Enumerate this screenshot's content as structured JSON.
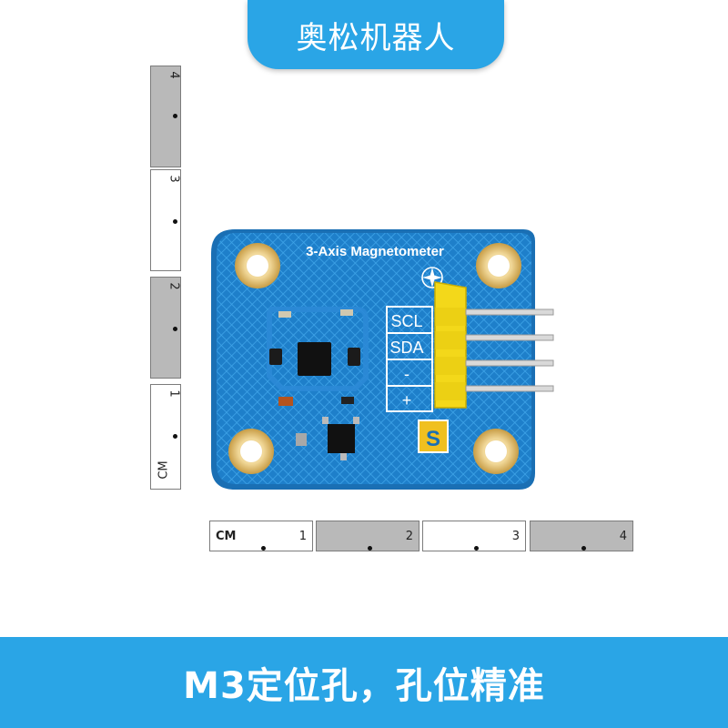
{
  "header": {
    "brand": "奥松机器人"
  },
  "footer": {
    "caption": "M3定位孔，孔位精准"
  },
  "board": {
    "title": "3-Axis Magnetometer",
    "pins": [
      "SCL",
      "SDA",
      "-",
      "+"
    ],
    "s_mark": "S",
    "pcb_color": "#1f7ec8",
    "connector_color": "#f3d81a",
    "pad_color": "#d8b560"
  },
  "vertical_ruler": {
    "unit": "CM",
    "numbers": [
      "4",
      "3",
      "2",
      "1"
    ]
  },
  "horizontal_ruler": {
    "unit": "CM",
    "numbers": [
      "1",
      "2",
      "3",
      "4"
    ]
  }
}
